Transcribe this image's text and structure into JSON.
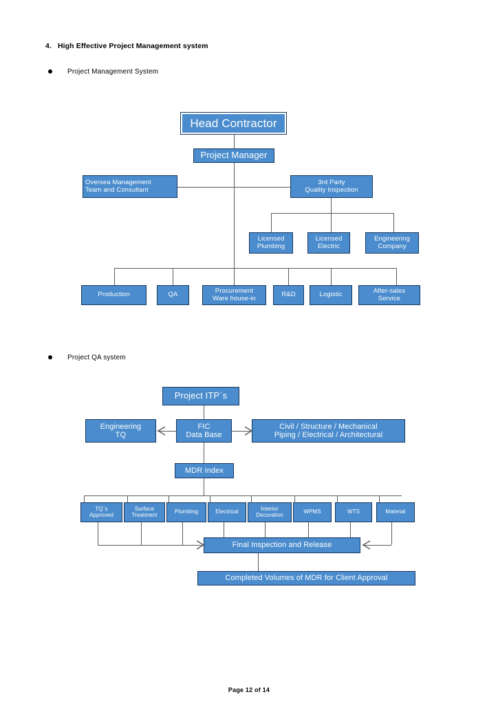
{
  "document": {
    "heading": {
      "number": "4.",
      "text": "High Effective Project Management system"
    },
    "footer": "Page 12 of 14",
    "sections": [
      {
        "bullet": "Project Management System"
      },
      {
        "bullet": "Project QA system"
      }
    ]
  },
  "theme": {
    "box_fill": "#4a8ccd",
    "box_border": "#17365d",
    "connector": "#5a5a5a",
    "text": "#ffffff",
    "page_background": "#ffffff"
  },
  "org_chart": {
    "title": "Project Management System",
    "nodes": {
      "head_contractor": "Head Contractor",
      "project_manager": "Project Manager",
      "oversea_management": "Oversea Management\nTeam and Consultant",
      "oversea_management_line1": "Oversea Management",
      "oversea_management_line2": "Team and Consultant",
      "third_party_line1": "3rd Party",
      "third_party_line2": "Quality Inspection",
      "licensed_plumbing_line1": "Licensed",
      "licensed_plumbing_line2": "Plumbing",
      "licensed_electric_line1": "Licensed",
      "licensed_electric_line2": "Electric",
      "engineering_company_line1": "Engineering",
      "engineering_company_line2": "Company",
      "production": "Production",
      "qa": "QA",
      "procurement_line1": "Procurement",
      "procurement_line2": "Ware house-in",
      "rnd": "R&D",
      "logistic": "Logistic",
      "after_sales_line1": "After-sales",
      "after_sales_line2": "Service"
    }
  },
  "qa_chart": {
    "title": "Project QA system",
    "nodes": {
      "project_itps": "Project ITP`s",
      "engineering_tq_line1": "Engineering",
      "engineering_tq_line2": "TQ",
      "fic_line1": "FIC",
      "fic_line2": "Data Base",
      "disciplines_line1": "Civil / Structure / Mechanical",
      "disciplines_line2": "Piping / Electrical / Architectural",
      "mdr_index": "MDR Index",
      "tqs_approved_line1": "TQ`s",
      "tqs_approved_line2": "Approved",
      "surface_treatment_line1": "Surface",
      "surface_treatment_line2": "Treatment",
      "plumbing": "Plumbing",
      "electrical": "Electrical",
      "interior_decoration_line1": "Interior",
      "interior_decoration_line2": "Decoration",
      "wpms": "WPMS",
      "wts": "WTS",
      "material": "Material",
      "final_inspection": "Final Inspection and Release",
      "completed_volumes": "Completed Volumes of MDR for Client Approval"
    }
  }
}
